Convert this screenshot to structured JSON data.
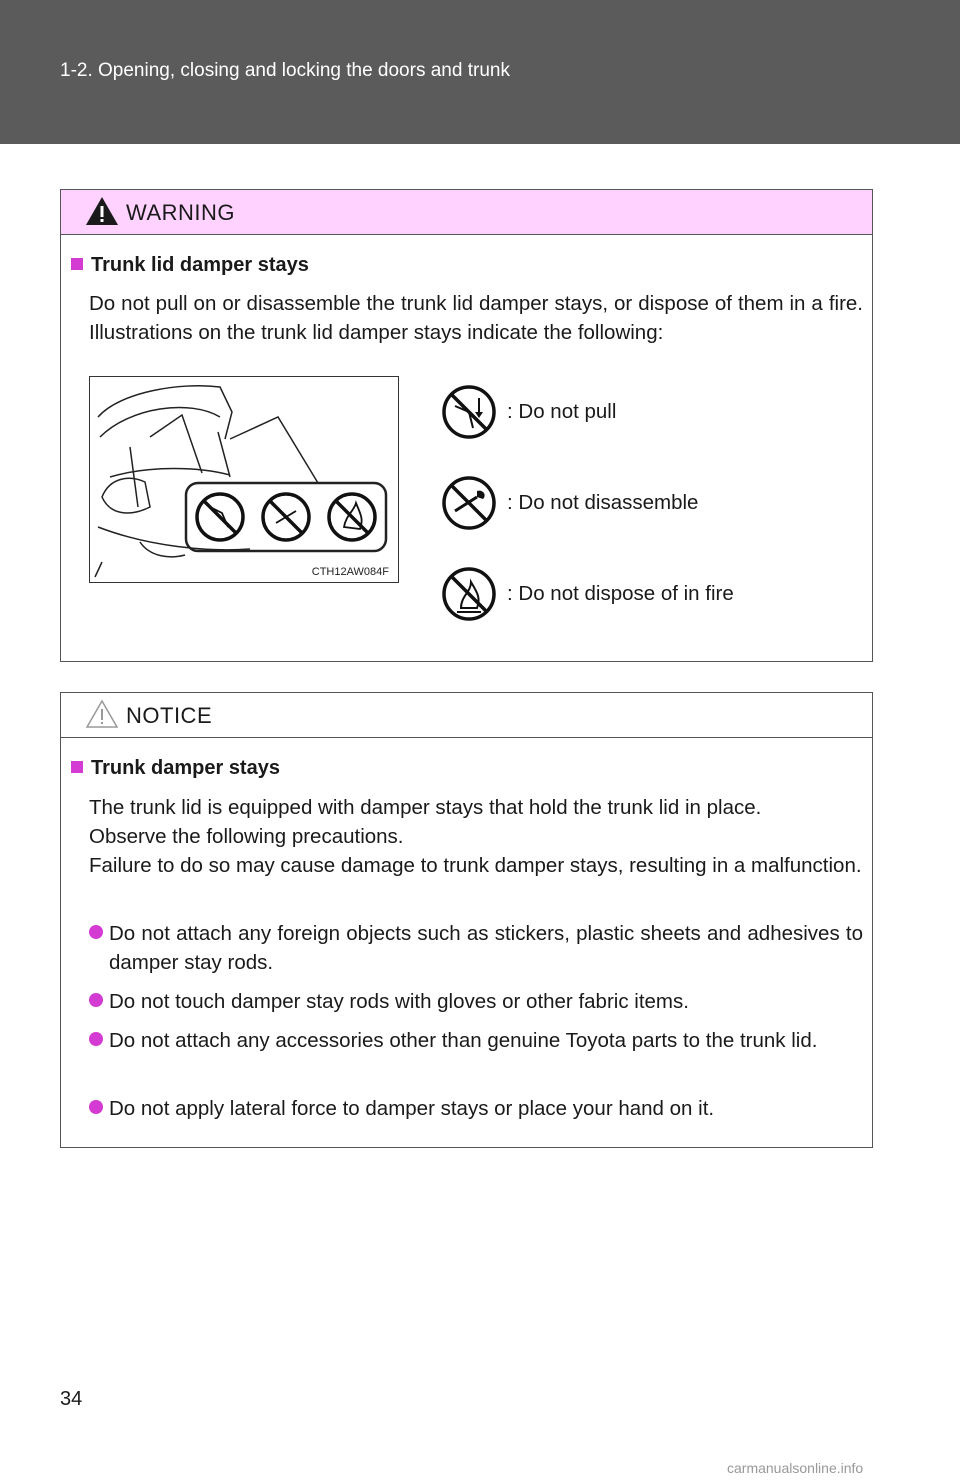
{
  "header": {
    "title": "1-2. Opening, closing and locking the doors and trunk"
  },
  "warning": {
    "label": "WARNING",
    "section_title": "Trunk lid damper stays",
    "body": "Do not pull on or disassemble the trunk lid damper stays, or dispose of them in a fire. Illustrations on the trunk lid damper stays indicate the following:",
    "figure_code": "CTH12AW084F",
    "legend": [
      {
        "icon": "do-not-pull-icon",
        "text": ": Do not pull"
      },
      {
        "icon": "do-not-disassemble-icon",
        "text": ": Do not disassemble"
      },
      {
        "icon": "do-not-dispose-in-fire-icon",
        "text": ": Do not dispose of in fire"
      }
    ]
  },
  "notice": {
    "label": "NOTICE",
    "section_title": "Trunk damper stays",
    "body_1": "The trunk lid is equipped with damper stays that hold the trunk lid in place.",
    "body_2": "Observe the following precautions.",
    "body_3": "Failure to do so may cause damage to trunk damper stays, resulting in a malfunction.",
    "bullets": [
      "Do not attach any foreign objects such as stickers, plastic sheets and adhesives to damper stay rods.",
      "Do not touch damper stay rods with gloves or other fabric items.",
      "Do not attach any accessories other than genuine Toyota parts to the trunk lid.",
      "Do not apply lateral force to damper stays or place your hand on it."
    ]
  },
  "page_number": "34",
  "watermark": "carmanualsonline.info",
  "colors": {
    "header_bg": "#5b5b5b",
    "warning_bg": "#ffd2ff",
    "accent": "#d33bd3"
  }
}
